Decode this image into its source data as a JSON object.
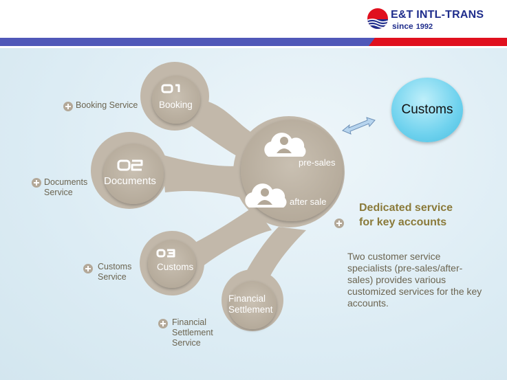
{
  "header": {
    "brand": "E&T INTL-TRANS",
    "since": "since",
    "year": "1992",
    "colors": {
      "blue_bar": "#5058b8",
      "red_bar": "#e0101e",
      "brand_text": "#1f2d8c"
    }
  },
  "hub": {
    "pre_sales": "pre-sales",
    "after_sale": "after sale"
  },
  "nodes": [
    {
      "num": "01",
      "label": "Booking",
      "side_label": [
        "Booking Service"
      ]
    },
    {
      "num": "02",
      "label": "Documents",
      "side_label": [
        "Documents",
        "Service"
      ]
    },
    {
      "num": "03",
      "label": "Customs",
      "side_label": [
        "Customs",
        "Service"
      ]
    },
    {
      "num": "",
      "label_lines": [
        "Financial",
        "Settlement"
      ],
      "side_label": [
        "Financial",
        "Settlement",
        "Service"
      ]
    }
  ],
  "customs_circle": "Customs",
  "dedicated": [
    "Dedicated service",
    "for key accounts"
  ],
  "description": "Two customer service specialists (pre-sales/after-sales) provides various customized services for the key accounts.",
  "colors": {
    "node_fill": "#c2b8aa",
    "accent_text": "#8a7a3a",
    "customs_circle": "#6fd2ee"
  },
  "icons": [
    "plus-circle-icon",
    "cloud-user-icon",
    "double-arrow-icon",
    "logo-globe-icon"
  ]
}
